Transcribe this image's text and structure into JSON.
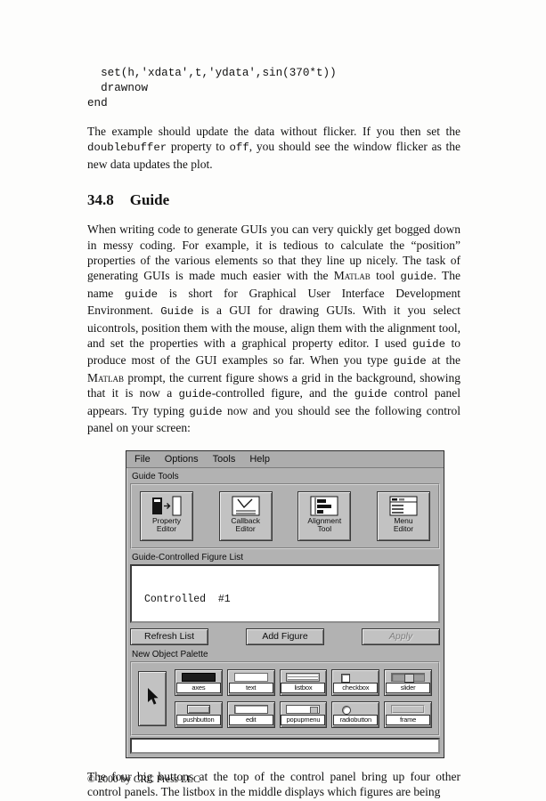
{
  "colors": {
    "panel_gray": "#b2b2b2",
    "button_face": "#c2c2c2"
  },
  "code_block": {
    "lines": [
      "  set(h,'xdata',t,'ydata',sin(370*t))",
      "  drawnow",
      "end"
    ]
  },
  "section": {
    "number": "34.8",
    "title": "Guide"
  },
  "paragraphs": {
    "p1": [
      {
        "t": "n",
        "s": "The example should update the data without flicker. If you then set the "
      },
      {
        "t": "code",
        "s": "doublebuffer"
      },
      {
        "t": "n",
        "s": " property to "
      },
      {
        "t": "code",
        "s": "off"
      },
      {
        "t": "n",
        "s": ", you should see the window flicker as the new data updates the plot."
      }
    ],
    "p2": [
      {
        "t": "n",
        "s": "When writing code to generate GUIs you can very quickly get bogged down in messy coding. For example, it is tedious to calculate the “position” properties of the various elements so that they line up nicely. The task of generating GUIs is made much easier with the "
      },
      {
        "t": "sc",
        "s": "Matlab"
      },
      {
        "t": "n",
        "s": " tool "
      },
      {
        "t": "code",
        "s": "guide"
      },
      {
        "t": "n",
        "s": ". The name "
      },
      {
        "t": "code",
        "s": "guide"
      },
      {
        "t": "n",
        "s": " is short for Graphical User Interface Development Environment. "
      },
      {
        "t": "code",
        "s": "Guide"
      },
      {
        "t": "n",
        "s": " is a GUI for drawing GUIs. With it you select uicontrols, position them with the mouse, align them with the alignment tool, and set the properties with a graphical property editor. I used "
      },
      {
        "t": "code",
        "s": "guide"
      },
      {
        "t": "n",
        "s": " to produce most of the GUI examples so far. When you type "
      },
      {
        "t": "code",
        "s": "guide"
      },
      {
        "t": "n",
        "s": " at the "
      },
      {
        "t": "sc",
        "s": "Matlab"
      },
      {
        "t": "n",
        "s": " prompt, the current figure shows a grid in the background, showing that it is now a "
      },
      {
        "t": "code",
        "s": "guide"
      },
      {
        "t": "n",
        "s": "-controlled figure, and the "
      },
      {
        "t": "code",
        "s": "guide"
      },
      {
        "t": "n",
        "s": " control panel appears. Try typing "
      },
      {
        "t": "code",
        "s": "guide"
      },
      {
        "t": "n",
        "s": " now and you should see the following control panel on your screen:"
      }
    ],
    "p3": [
      {
        "t": "n",
        "s": "The four big buttons at the top of the control panel bring up four other control panels. The listbox in the middle displays which figures are being"
      }
    ]
  },
  "gui": {
    "menu_items": [
      "File",
      "Options",
      "Tools",
      "Help"
    ],
    "groups": {
      "tools_label": "Guide Tools",
      "figure_list_label": "Guide-Controlled Figure List",
      "palette_label": "New Object Palette"
    },
    "big_buttons": [
      {
        "line1": "Property",
        "line2": "Editor"
      },
      {
        "line1": "Callback",
        "line2": "Editor"
      },
      {
        "line1": "Alignment",
        "line2": "Tool"
      },
      {
        "line1": "Menu",
        "line2": "Editor"
      }
    ],
    "figure_list": {
      "items": [
        "Controlled  #1"
      ]
    },
    "action_buttons": {
      "refresh": "Refresh List",
      "add": "Add Figure",
      "apply": "Apply"
    },
    "palette": {
      "row1": [
        "axes",
        "text",
        "listbox",
        "checkbox",
        "slider"
      ],
      "row2": [
        "pushbutton",
        "edit",
        "popupmenu",
        "radiobutton",
        "frame"
      ]
    },
    "command_field": {
      "value": ""
    }
  },
  "footer": {
    "copyright": "© 2000 by CRC Press LLC"
  }
}
